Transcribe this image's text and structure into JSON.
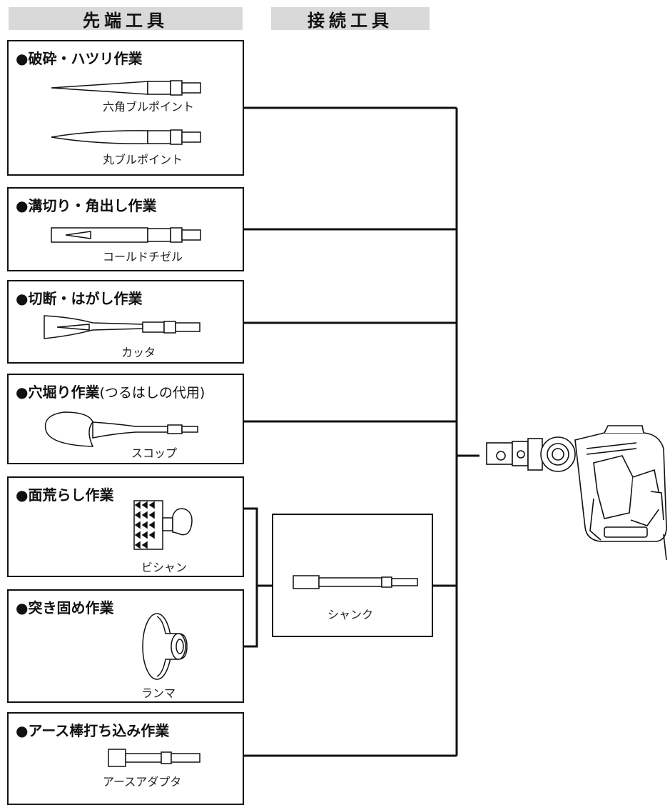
{
  "headers": {
    "tip_tools": "先端工具",
    "connecting_tools": "接続工具"
  },
  "groups": [
    {
      "title": "●破砕・ハツリ作業",
      "tools": [
        "六角ブルポイント",
        "丸ブルポイント"
      ]
    },
    {
      "title": "●溝切り・角出し作業",
      "tools": [
        "コールドチゼル"
      ]
    },
    {
      "title": "●切断・はがし作業",
      "tools": [
        "カッタ"
      ]
    },
    {
      "title": "●穴堀り作業",
      "note": "(つるはしの代用)",
      "tools": [
        "スコップ"
      ]
    },
    {
      "title": "●面荒らし作業",
      "tools": [
        "ビシャン"
      ]
    },
    {
      "title": "●突き固め作業",
      "tools": [
        "ランマ"
      ]
    },
    {
      "title": "●アース棒打ち込み作業",
      "tools": [
        "アースアダプタ"
      ]
    }
  ],
  "connector": {
    "label": "シャンク"
  },
  "colors": {
    "header_bg": "#d9d9d9",
    "line": "#111111"
  },
  "icons": [
    "point-chisel-icon",
    "round-point-icon",
    "cold-chisel-icon",
    "cutter-chisel-icon",
    "scoop-icon",
    "bush-hammer-icon",
    "tamper-icon",
    "earth-adapter-icon",
    "shank-icon",
    "demolition-hammer-icon"
  ]
}
